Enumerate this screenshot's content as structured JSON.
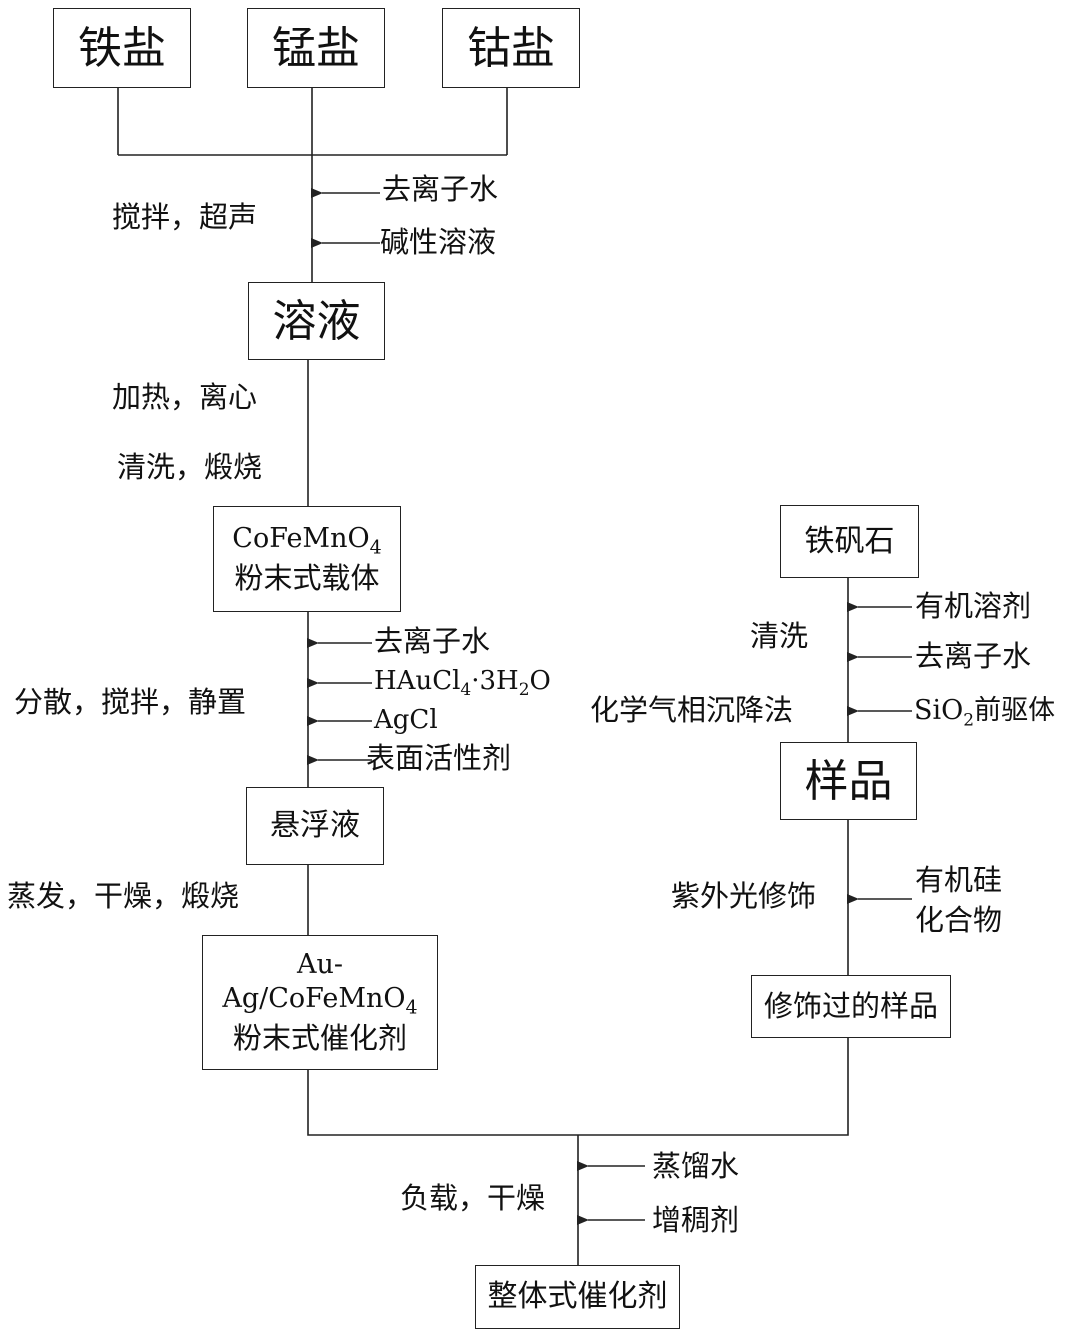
{
  "nodes": {
    "iron_salt": "铁盐",
    "manganese_salt": "锰盐",
    "cobalt_salt": "钴盐",
    "solution": "溶液",
    "carrier_line1": "CoFeMnO",
    "carrier_sub": "4",
    "carrier_line2": "粉末式载体",
    "suspension": "悬浮液",
    "catalyst_line1": "Au-Ag/CoFeMnO",
    "catalyst_sub": "4",
    "catalyst_line2": "粉末式催化剂",
    "jarosite": "铁矾石",
    "sample": "样品",
    "modified_sample": "修饰过的样品",
    "monolithic_catalyst": "整体式催化剂"
  },
  "steps": {
    "stir_ultrasound": "搅拌，超声",
    "heat_centrifuge": "加热，离心",
    "wash_calcine": "清洗，煅烧",
    "disperse_stir_stand": "分散，搅拌，静置",
    "evaporate_dry_calcine": "蒸发，干燥，煅烧",
    "wash": "清洗",
    "cvd": "化学气相沉降法",
    "uv_modify": "紫外光修饰",
    "load_dry": "负载，干燥"
  },
  "inputs": {
    "deionized_water_1": "去离子水",
    "alkaline_solution": "碱性溶液",
    "deionized_water_2": "去离子水",
    "haucl4_a": "HAuCl",
    "haucl4_sub": "4",
    "haucl4_b": "·3H",
    "haucl4_h_sub": "2",
    "haucl4_c": "O",
    "agcl": "AgCl",
    "surfactant": "表面活性剂",
    "organic_solvent": "有机溶剂",
    "deionized_water_3": "去离子水",
    "sio2_a": "SiO",
    "sio2_sub": "2",
    "sio2_b": "前驱体",
    "organosilicon_line1": "有机硅",
    "organosilicon_line2": "化合物",
    "distilled_water": "蒸馏水",
    "thickener": "增稠剂"
  }
}
